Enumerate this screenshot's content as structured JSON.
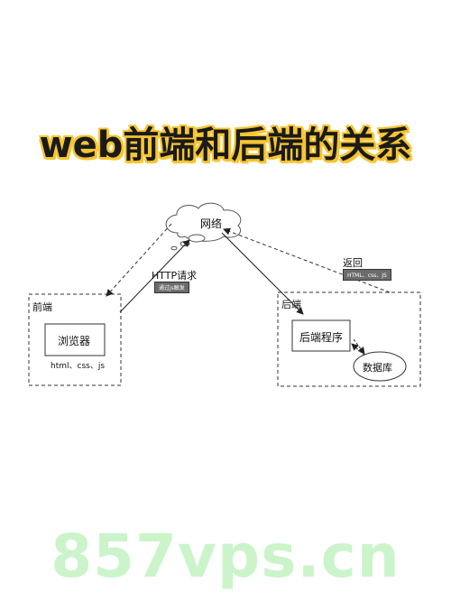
{
  "title": "web前端和后端的关系",
  "diagram": {
    "network_label": "网络",
    "frontend_label": "前端",
    "browser_label": "浏览器",
    "frontend_tech": "html、css、js",
    "http_label": "HTTP请求",
    "http_tag": "通过js触发",
    "backend_label": "后端",
    "backend_program": "后端程序",
    "database_label": "数据库",
    "return_label": "返回",
    "return_tag": "HTML、css、JS"
  },
  "watermark": "857vps.cn"
}
